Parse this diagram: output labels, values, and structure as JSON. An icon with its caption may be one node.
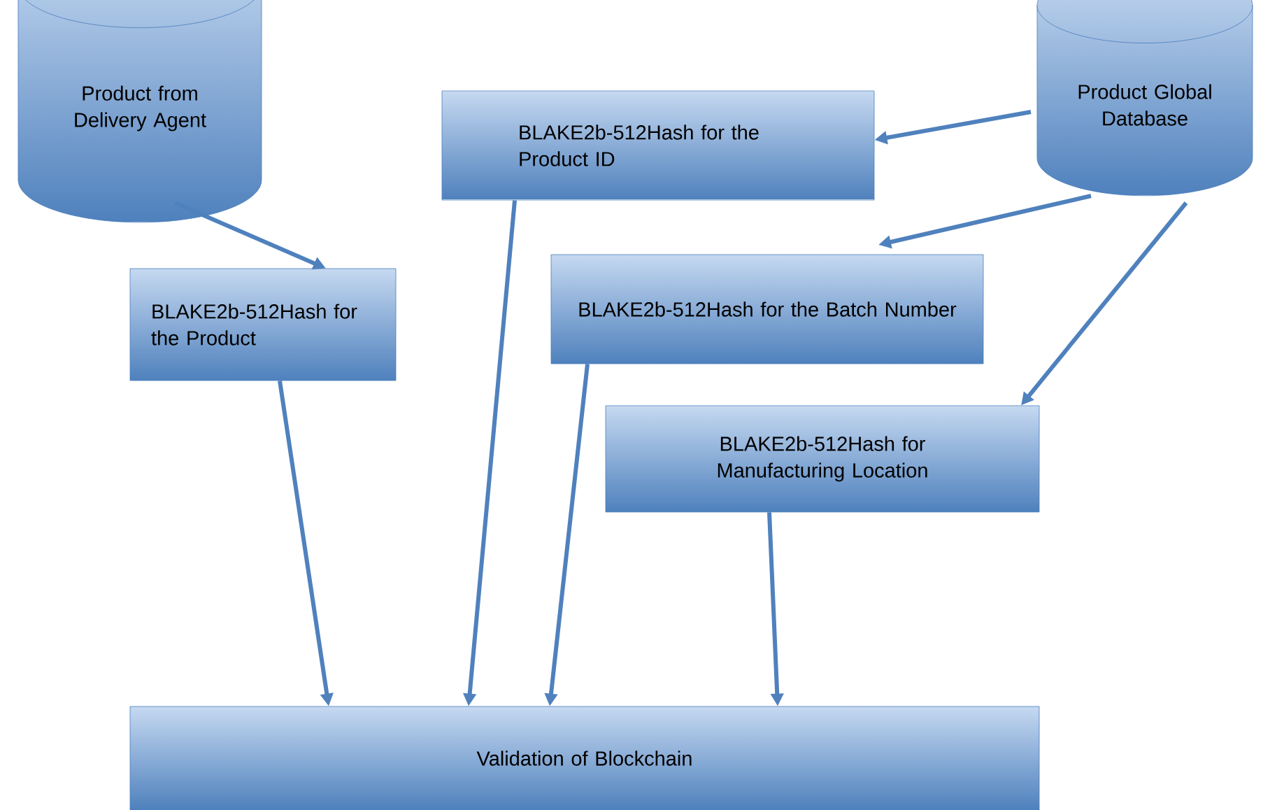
{
  "diagram": {
    "nodes": [
      {
        "text": [
          "Product from Delivery Agent"
        ]
      },
      {
        "text": [
          "BLAKE2b-512Hash for the Product ID"
        ]
      },
      {
        "text": [
          "Product Global Database"
        ]
      },
      {
        "text": [
          "BLAKE2b-512Hash for the Product"
        ]
      },
      {
        "text": [
          "BLAKE2b-512Hash for the Batch Number"
        ]
      },
      {
        "text": [
          "BLAKE2b-512Hash for Manufacturing Location"
        ]
      },
      {
        "text": [
          "Validation of Blockchain"
        ]
      }
    ],
    "edges": [
      {
        "from": 0,
        "to": 3,
        "arrow": "to"
      },
      {
        "from": 2,
        "to": 1,
        "arrow": "to"
      },
      {
        "from": 2,
        "to": 4,
        "arrow": "to"
      },
      {
        "from": 2,
        "to": 5,
        "arrow": "to"
      },
      {
        "from": 3,
        "to": 6,
        "arrow": "to"
      },
      {
        "from": 1,
        "to": 6,
        "arrow": "to"
      },
      {
        "from": 4,
        "to": 6,
        "arrow": "to"
      },
      {
        "from": 5,
        "to": 6,
        "arrow": "to"
      }
    ]
  }
}
